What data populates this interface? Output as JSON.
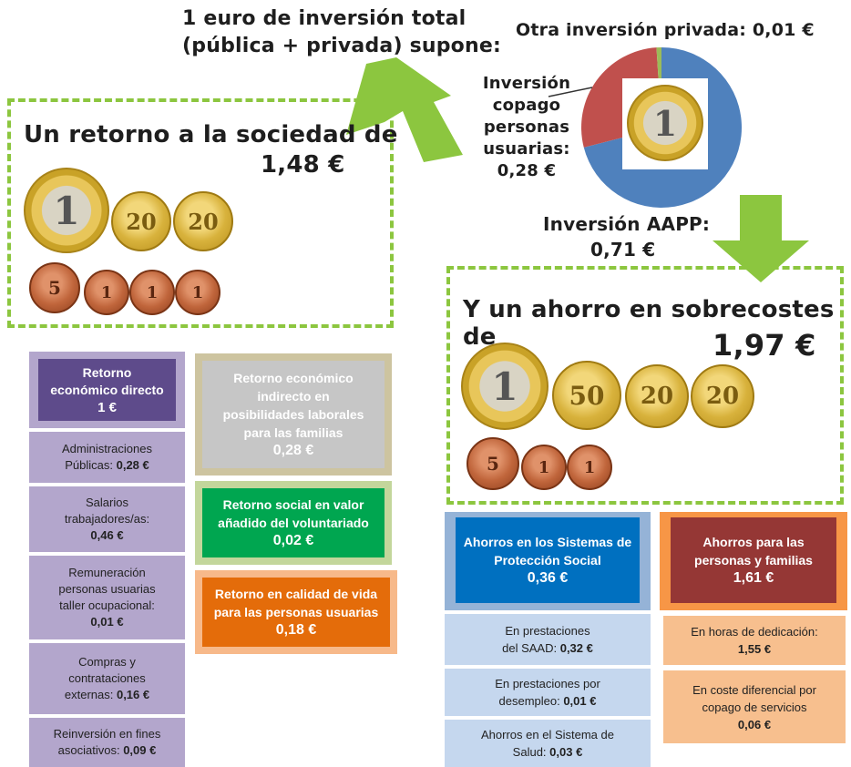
{
  "header": {
    "line1": "1 euro de inversión total",
    "line2": "(pública + privada) supone:"
  },
  "pie": {
    "labels": {
      "otra": "Otra inversión privada: 0,01 €",
      "copago_1": "Inversión",
      "copago_2": "copago",
      "copago_3": "personas",
      "copago_4": "usuarias:",
      "copago_5": "0,28 €",
      "aapp_1": "Inversión AAPP:",
      "aapp_2": "0,71 €"
    },
    "colors": {
      "aapp": "#4f81bd",
      "copago": "#c0504d",
      "otra": "#9bbb59"
    }
  },
  "chart_data": {
    "type": "pie",
    "categories": [
      "Inversión AAPP",
      "Inversión copago personas usuarias",
      "Otra inversión privada"
    ],
    "values": [
      0.71,
      0.28,
      0.01
    ]
  },
  "retorno": {
    "title": "Un retorno a la sociedad de",
    "value": "1,48 €"
  },
  "ahorro": {
    "title": "Y un ahorro en sobrecostes de",
    "value": "1,97 €"
  },
  "coins": {
    "c1": "1",
    "c50": "50",
    "c20": "20",
    "c5": "5",
    "c1cent": "1"
  },
  "direct": {
    "head_1": "Retorno",
    "head_2": "económico directo",
    "head_val": "1 €",
    "items": [
      {
        "l1": "Administraciones",
        "l2": "Públicas: ",
        "v": "0,28 €"
      },
      {
        "l1": "Salarios",
        "l2": "trabajadores/as:",
        "v": "0,46 €"
      },
      {
        "l1": "Remuneración",
        "l2": "personas usuarias",
        "l3": "taller ocupacional:",
        "v": "0,01 €"
      },
      {
        "l1": "Compras y",
        "l2": "contrataciones",
        "l3": "externas: ",
        "v": "0,16 €"
      },
      {
        "l1": "Reinversión en fines",
        "l2": "asociativos: ",
        "v": "0,09 €"
      }
    ]
  },
  "indirect": {
    "l1": "Retorno económico",
    "l2": "indirecto en",
    "l3": "posibilidades laborales",
    "l4": "para las familias",
    "v": "0,28 €"
  },
  "social": {
    "l1": "Retorno social en valor",
    "l2": "añadido del voluntariado",
    "v": "0,02 €"
  },
  "calidad": {
    "l1": "Retorno en calidad de vida",
    "l2": "para las personas usuarias",
    "v": "0,18 €"
  },
  "proteccion": {
    "l1": "Ahorros en los Sistemas de",
    "l2": "Protección Social",
    "v": "0,36 €",
    "items": [
      {
        "l1": "En prestaciones",
        "l2": "del SAAD: ",
        "v": "0,32 €"
      },
      {
        "l1": "En prestaciones por",
        "l2": "desempleo: ",
        "v": "0,01 €"
      },
      {
        "l1": "Ahorros en el Sistema de",
        "l2": "Salud: ",
        "v": "0,03 €"
      }
    ]
  },
  "familias": {
    "l1": "Ahorros para las",
    "l2": "personas y familias",
    "v": "1,61 €",
    "items": [
      {
        "l1": "En horas de dedicación:",
        "v": "1,55 €"
      },
      {
        "l1": "En coste diferencial por",
        "l2": "copago de servicios",
        "v": "0,06 €"
      }
    ]
  }
}
